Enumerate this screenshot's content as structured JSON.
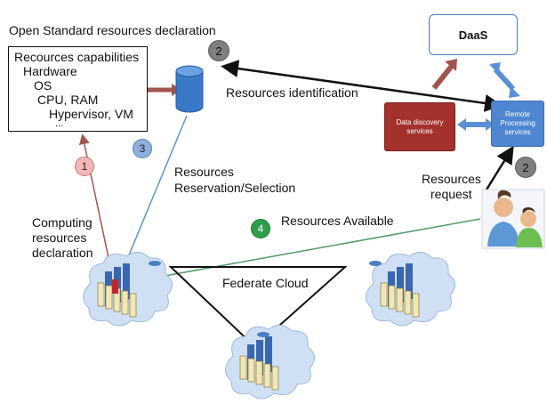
{
  "header": {
    "title": "Open Standard resources declaration"
  },
  "capabilities": {
    "heading": "Recources capabilities",
    "items": [
      "Hardware",
      "OS",
      "CPU, RAM",
      "Hypervisor, VM",
      "..."
    ]
  },
  "daas": {
    "label": "DaaS"
  },
  "data_discovery": {
    "label": "Data discovery services"
  },
  "remote_processing": {
    "label": "Remote Processing services"
  },
  "steps": [
    {
      "number": "1",
      "label_lines": [
        "Computing",
        "resources",
        "declaration"
      ],
      "color": "#f4b6b6"
    },
    {
      "number": "2",
      "label_lines": [
        "Resources identification"
      ],
      "color": "#808080"
    },
    {
      "number": "3",
      "label_lines": [
        "Resources",
        "Reservation/Selection"
      ],
      "color": "#8fb0dd"
    },
    {
      "number": "4",
      "label_lines": [
        "Resources Available"
      ],
      "color": "#2f9e4a"
    },
    {
      "number": "2",
      "label_lines": [
        "Resources",
        "request"
      ],
      "color": "#808080"
    }
  ],
  "federate_cloud": {
    "label": "Federate Cloud"
  },
  "colors": {
    "daas_border": "#4a78c0",
    "data_discovery_fill": "#a5312d",
    "remote_processing_fill": "#4f86d2",
    "arrow_brown": "#a3544f",
    "arrow_blue": "#5b8fd6",
    "line_green": "#4f9a6a",
    "line_blue": "#5a96c8",
    "database_fill": "#3a78c8"
  }
}
